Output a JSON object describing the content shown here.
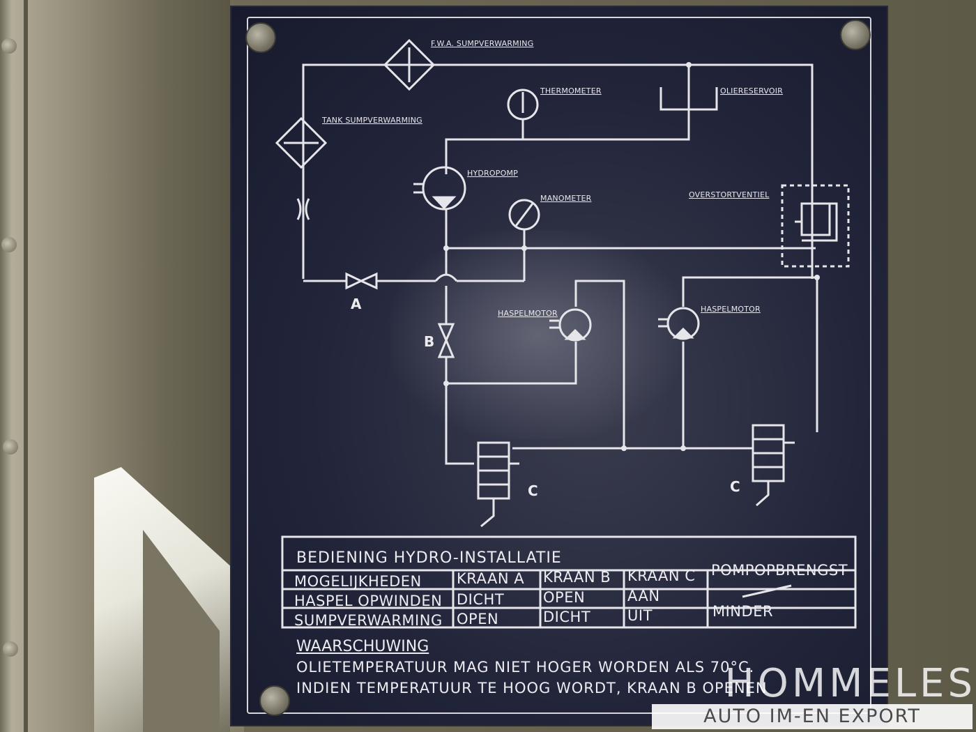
{
  "diagram": {
    "labels": {
      "fwa_sump": "F.W.A. SUMPVERWARMING",
      "tank_sump": "TANK SUMPVERWARMING",
      "thermometer": "THERMOMETER",
      "oliereservoir": "OLIERESERVOIR",
      "hydropomp": "HYDROPOMP",
      "manometer": "MANOMETER",
      "overstortventiel": "OVERSTORTVENTIEL",
      "haspelmotor_left": "HASPELMOTOR",
      "haspelmotor_right": "HASPELMOTOR",
      "valve_a": "A",
      "valve_b": "B",
      "valve_c_left": "C",
      "valve_c_right": "C"
    }
  },
  "table": {
    "title": "BEDIENING   HYDRO-INSTALLATIE",
    "headers": [
      "MOGELIJKHEDEN",
      "KRAAN A",
      "KRAAN B",
      "KRAAN C",
      "POMPOPBRENGST"
    ],
    "rows": [
      [
        "HASPEL OPWINDEN",
        "DICHT",
        "OPEN",
        "AAN",
        ""
      ],
      [
        "SUMPVERWARMING",
        "OPEN",
        "DICHT",
        "UIT",
        "MINDER"
      ]
    ]
  },
  "warning": {
    "title": "WAARSCHUWING",
    "line1": "OLIETEMPERATUUR MAG NIET HOGER WORDEN ALS 70°C.",
    "line2": "INDIEN TEMPERATUUR TE HOOG WORDT, KRAAN B OPENEN"
  },
  "watermark": {
    "name": "HOMMELES",
    "subtitle": "AUTO IM-EN EXPORT"
  }
}
